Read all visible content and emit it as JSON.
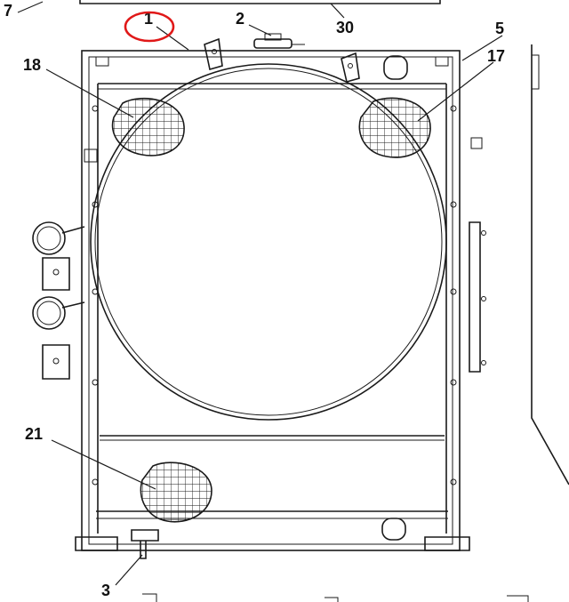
{
  "callouts": {
    "c7": "7",
    "c1": "1",
    "c2": "2",
    "c30": "30",
    "c5": "5",
    "c18": "18",
    "c17": "17",
    "c21": "21",
    "c3": "3"
  },
  "colors": {
    "line": "#1a1a1a",
    "highlight": "#e01818",
    "background": "#ffffff"
  }
}
